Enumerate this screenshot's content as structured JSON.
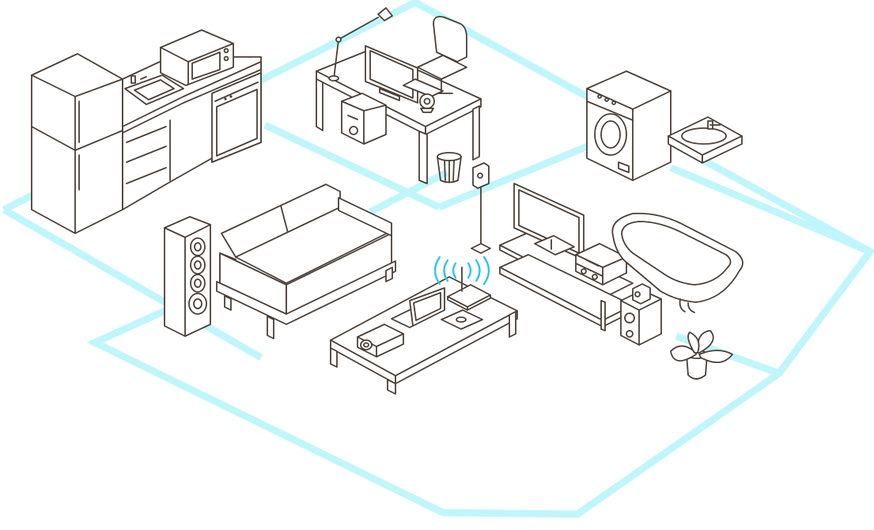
{
  "scene": {
    "colors": {
      "line": "#4a3f36",
      "floorplan": "#bff6fb",
      "wifi": "#2bc6e8",
      "background": "#ffffff"
    },
    "objects": [
      "floorplan-outline",
      "refrigerator",
      "kitchen-counter",
      "kitchen-sink",
      "microwave",
      "dishwasher",
      "desk",
      "desk-lamp",
      "computer-monitor",
      "desk-chair",
      "pc-tower",
      "webcam",
      "waste-basket",
      "wall-outlet",
      "washing-machine",
      "bathroom-sink",
      "floor-speaker",
      "sofa",
      "coffee-table",
      "laptop",
      "router",
      "wifi-signal",
      "projector",
      "tablet",
      "tv-stand",
      "television",
      "stereo-amplifier",
      "bookshelf-speaker",
      "bathtub",
      "potted-plant"
    ]
  }
}
